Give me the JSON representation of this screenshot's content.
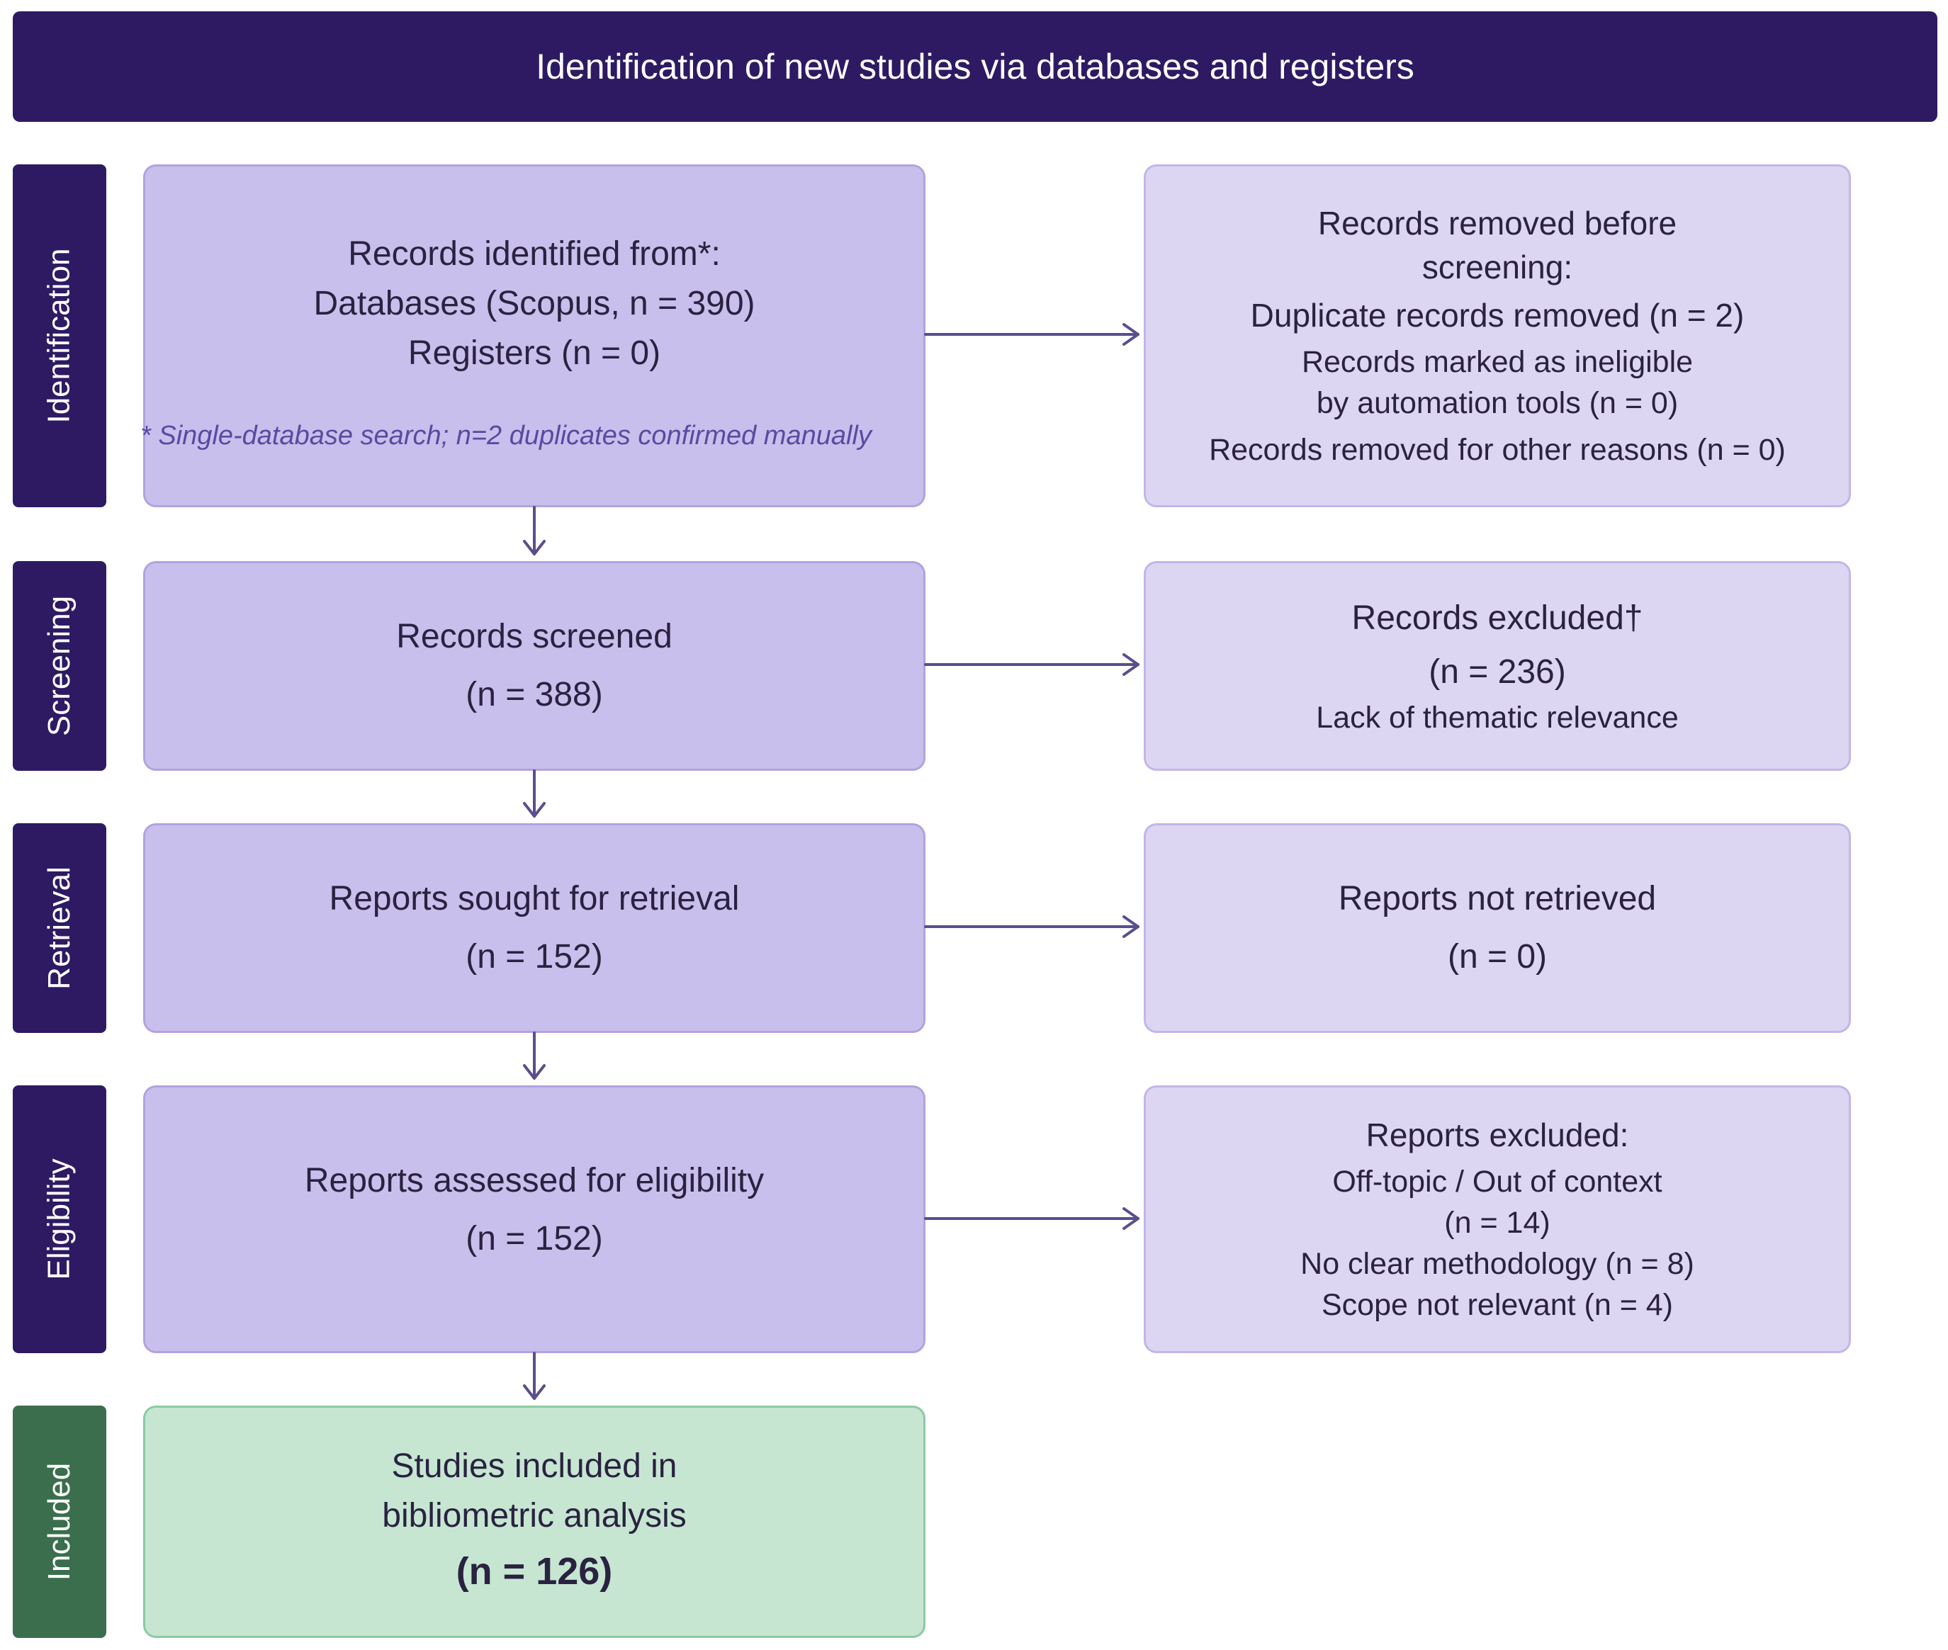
{
  "header": {
    "title": "Identification of new studies via databases and registers"
  },
  "stages": {
    "identification": "Identification",
    "screening": "Screening",
    "retrieval": "Retrieval",
    "eligibility": "Eligibility",
    "included": "Included"
  },
  "identification": {
    "main_lines": [
      "Records identified from*:",
      "Databases (Scopus, n = 390)",
      "Registers (n = 0)"
    ],
    "note": "* Single-database search; n=2 duplicates confirmed manually",
    "side_lines": [
      "Records removed before",
      "screening:",
      "Duplicate records removed (n = 2)",
      "Records marked as ineligible",
      "by automation tools (n = 0)",
      "Records removed for other reasons (n = 0)"
    ]
  },
  "screening": {
    "main_lines": [
      "Records screened",
      "(n = 388)"
    ],
    "side_lines": [
      "Records excluded†",
      "(n = 236)",
      "Lack of thematic relevance"
    ]
  },
  "retrieval": {
    "main_lines": [
      "Reports sought for retrieval",
      "(n = 152)"
    ],
    "side_lines": [
      "Reports not retrieved",
      "(n = 0)"
    ]
  },
  "eligibility": {
    "main_lines": [
      "Reports assessed for eligibility",
      "(n = 152)"
    ],
    "side_lines": [
      "Reports excluded:",
      "Off-topic / Out of context",
      "(n = 14)",
      "No clear methodology (n = 8)",
      "Scope not relevant (n = 4)"
    ]
  },
  "included": {
    "main_lines": [
      "Studies included in",
      "bibliometric analysis"
    ],
    "count": "(n = 126)"
  },
  "colors": {
    "header": "#2e1a63",
    "main_box": "#c9bfec",
    "side_box": "#ddd6f3",
    "included_box": "#c6e6d2",
    "included_stage": "#3a6e4c",
    "arrow": "#5b4e8c"
  }
}
